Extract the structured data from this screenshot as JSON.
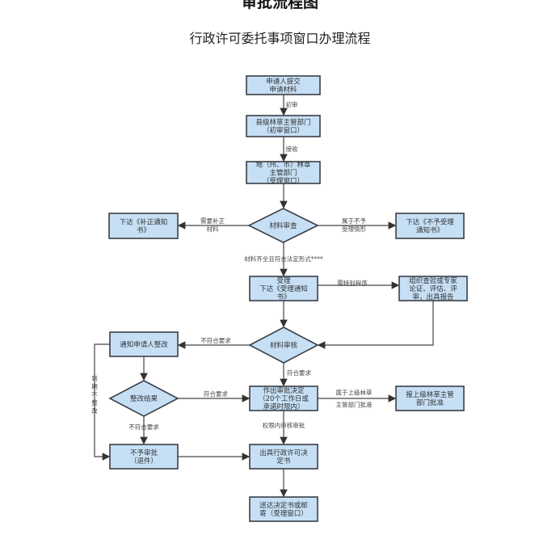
{
  "title": "审批流程图",
  "subtitle": "行政许可委托事项窗口办理流程",
  "colors": {
    "box_fill": "#c6dff5",
    "box_stroke": "#3a3f47",
    "line": "#444444"
  },
  "nodes": {
    "submit": [
      "申请人提交",
      "申请材料"
    ],
    "county": [
      "县级林草主管部门",
      "（初审窗口）"
    ],
    "city": [
      "地（州、市）林草",
      "主管部门",
      "（受理窗口）"
    ],
    "review1": [
      "材料审查"
    ],
    "correction": [
      "下达《补正通知",
      "书》"
    ],
    "reject_accept": [
      "下达《不予受理",
      "通知书》"
    ],
    "accept": [
      "受理",
      "下达《受理通知",
      "书》"
    ],
    "expert": [
      "组织查验或专家",
      "论证、评估、评",
      "审，出具报告"
    ],
    "review2": [
      "材料审核"
    ],
    "notify": [
      "通知申请人整改"
    ],
    "rectify": [
      "整改结果"
    ],
    "decision": [
      "作出审批决定",
      "（20个工作日或",
      "承诺时限内）"
    ],
    "superior": [
      "报上级林草主管",
      "部门批准"
    ],
    "deny": [
      "不予审批",
      "（退件）"
    ],
    "issue": [
      "出具行政许可决",
      "定书"
    ],
    "deliver": [
      "送达决定书或邮",
      "寄（受理窗口）"
    ]
  },
  "edges": {
    "initial": "初审",
    "receive": "接收",
    "need_correction": [
      "需要补正",
      "材料"
    ],
    "not_accept": [
      "属于不予",
      "受理情形"
    ],
    "complete": "材料齐全且符合法定形式****",
    "special": "需特别程序",
    "not_meet1": "不符合要求",
    "meet1": "符合要求",
    "meet2": "符合要求",
    "not_meet2": "不符合要求",
    "overdue": [
      "到",
      "期",
      "不",
      "整",
      "改"
    ],
    "superior_label": [
      "属于上级林草",
      "主管部门批准"
    ],
    "within_authority": "权限内审核审批"
  }
}
